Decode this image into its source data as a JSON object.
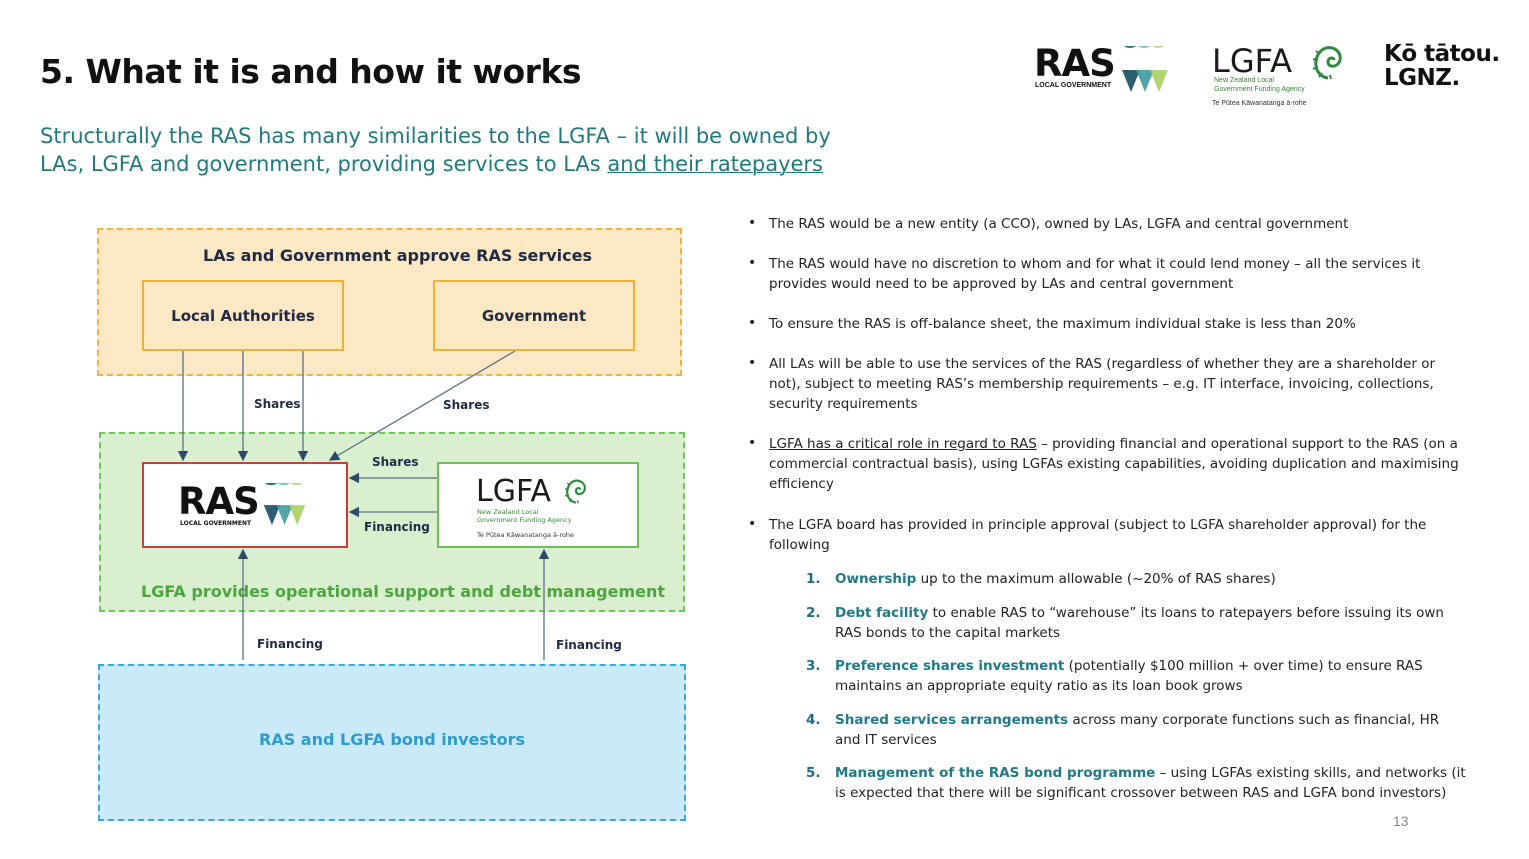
{
  "header": {
    "title": "5. What it is and how it works",
    "subtitle_part1": "Structurally the RAS has many similarities to the LGFA – it will be owned by LAs, LGFA and government, providing services to LAs ",
    "subtitle_part2": "and their ratepayers"
  },
  "logos": {
    "ras_word": "RAS",
    "ras_sub": "LOCAL GOVERNMENT",
    "lgfa_word": "LGFA",
    "lgfa_sub": "New Zealand Local Government Funding Agency",
    "lgfa_maori": "Te Pūtea Kāwanatanga ā-rohe",
    "lgnz_line1": "Kō tātou.",
    "lgnz_line2": "LGNZ."
  },
  "diagram": {
    "zone_approve_title": "LAs and Government approve RAS services",
    "zone_support_title": "LGFA provides operational support and debt management",
    "zone_investors_title": "RAS and LGFA bond investors",
    "box_local_authorities": "Local Authorities",
    "box_government": "Government",
    "label_shares_la": "Shares",
    "label_shares_gov": "Shares",
    "label_shares_lgfa": "Shares",
    "label_financing_lgfa": "Financing",
    "label_financing_left": "Financing",
    "label_financing_right": "Financing"
  },
  "bullets": {
    "b1": "The RAS would be a new entity (a CCO), owned by LAs, LGFA and central government",
    "b2": "The RAS would have no discretion to whom and for what it could lend money – all the services it provides would need to be approved by LAs and central government",
    "b3": "To ensure the RAS is off-balance sheet, the maximum individual stake  is less than 20%",
    "b4": "All LAs will be able to use the services of the RAS (regardless of whether they are a shareholder or not), subject to meeting RAS’s membership requirements – e.g. IT interface, invoicing, collections, security requirements",
    "b5_underlined": "LGFA has a critical role in regard to RAS",
    "b5_rest": " – providing financial and operational support to the RAS (on a commercial contractual basis), using LGFAs existing capabilities, avoiding duplication and maximising efficiency",
    "b6": "The LGFA board has provided in principle approval (subject to LGFA shareholder approval) for the following"
  },
  "numbered": [
    {
      "num": "1.",
      "highlight": "Ownership",
      "text": " up to the maximum allowable (~20% of RAS shares)"
    },
    {
      "num": "2.",
      "highlight": "Debt facility",
      "text": " to enable RAS to “warehouse” its loans to ratepayers before issuing its own RAS bonds to the capital markets"
    },
    {
      "num": "3.",
      "highlight": "Preference shares investment",
      "text": " (potentially $100 million + over time) to ensure RAS maintains an appropriate equity ratio as its loan book grows"
    },
    {
      "num": "4.",
      "highlight": "Shared services arrangements",
      "text": " across many corporate functions such as financial, HR and IT services"
    },
    {
      "num": "5.",
      "highlight": "Management of the RAS bond programme",
      "text": " – using LGFAs existing skills, and networks (it is expected that there will be significant crossover between RAS and LGFA bond investors)"
    }
  ],
  "page_number": "13"
}
